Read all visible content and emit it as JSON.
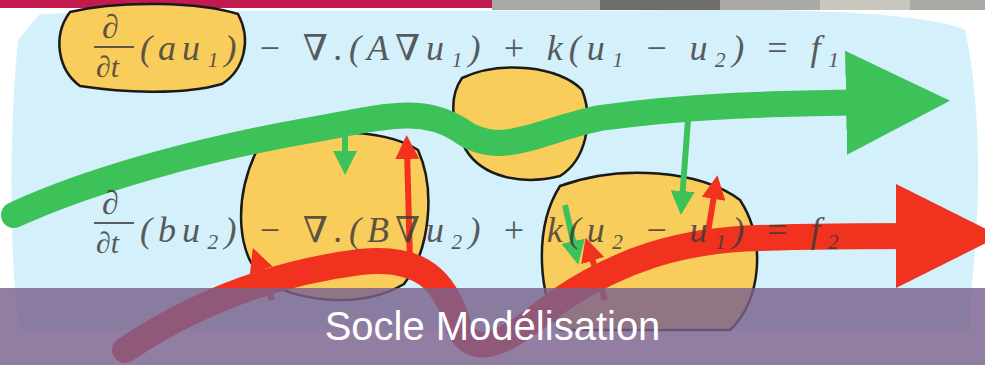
{
  "diagram": {
    "nodes": [
      {
        "text": [
          "Socle Modélisation"
        ]
      }
    ],
    "labels": [
      "∂",
      "∂t",
      "(au₁) − ∇.(A∇u₁) + k(u₁ − u₂) = f₁",
      "∂",
      "∂t",
      "(bu₂) − ∇.(B∇u₂) + k(u₂ − u₁) = f₂"
    ]
  }
}
